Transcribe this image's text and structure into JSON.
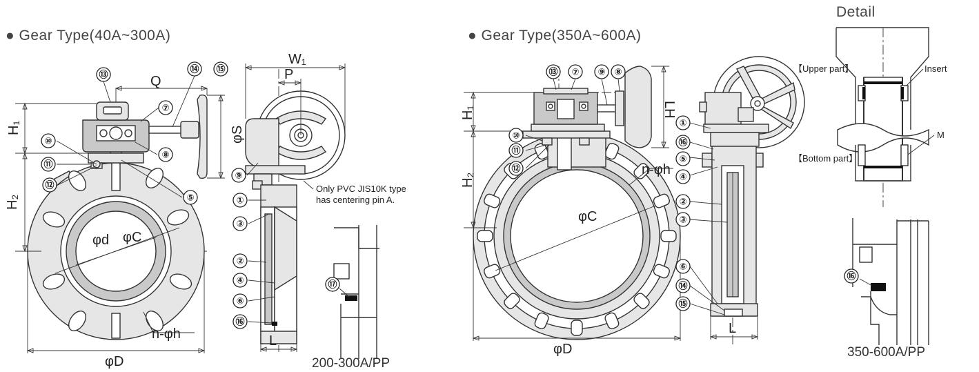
{
  "titles": {
    "left": "● Gear Type(40A~300A)",
    "right": "● Gear Type(350A~600A)",
    "detail": "Detail"
  },
  "captions": {
    "pp_small": "200-300A/PP",
    "pp_large": "350-600A/PP"
  },
  "notes": {
    "centering_pin_line1": "Only PVC JIS10K type",
    "centering_pin_line2": "has centering pin A.",
    "upper_part": "【Upper part】",
    "bottom_part": "【Bottom part】",
    "insert": "Insert",
    "m": "M"
  },
  "dimensions": {
    "q": "Q",
    "h1": "H₁",
    "h2": "H₂",
    "phi_s": "φS",
    "phi_d_small": "φd",
    "phi_c": "φC",
    "phi_d": "φD",
    "n_phi_h": "n-φh",
    "w1": "W₁",
    "p": "P",
    "l": "L",
    "lh": "LH"
  },
  "callouts": {
    "c1": "①",
    "c2": "②",
    "c3": "③",
    "c4": "④",
    "c5": "⑤",
    "c6": "⑥",
    "c7": "⑦",
    "c8": "⑧",
    "c9": "⑨",
    "c10": "⑩",
    "c11": "⑪",
    "c12": "⑫",
    "c13": "⑬",
    "c14": "⑭",
    "c15": "⑮",
    "c16": "⑯",
    "c17": "⑰"
  }
}
